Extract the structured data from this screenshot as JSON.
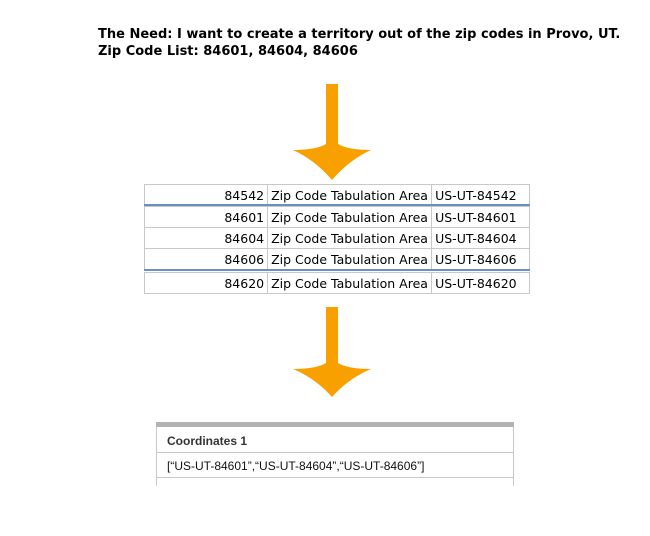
{
  "header": {
    "line1": "The Need: I want to create a territory out of the zip codes in Provo, UT.",
    "line2": "Zip Code List: 84601, 84604, 84606"
  },
  "colors": {
    "arrow": "#f7a000",
    "separator": "#6c8fc0",
    "grid": "#c8c8c8"
  },
  "table": {
    "partial_top": {
      "zip": "84542",
      "type": "Zip Code Tabulation Area",
      "id": "US-UT-84542"
    },
    "rows": [
      {
        "zip": "84601",
        "type": "Zip Code Tabulation Area",
        "id": "US-UT-84601"
      },
      {
        "zip": "84604",
        "type": "Zip Code Tabulation Area",
        "id": "US-UT-84604"
      },
      {
        "zip": "84606",
        "type": "Zip Code Tabulation Area",
        "id": "US-UT-84606"
      }
    ],
    "partial_bottom": {
      "zip": "84620",
      "type": "Zip Code Tabulation Area",
      "id": "US-UT-84620"
    }
  },
  "coordinates": {
    "header": "Coordinates 1",
    "value": "[“US-UT-84601”,“US-UT-84604”,“US-UT-84606”]"
  }
}
